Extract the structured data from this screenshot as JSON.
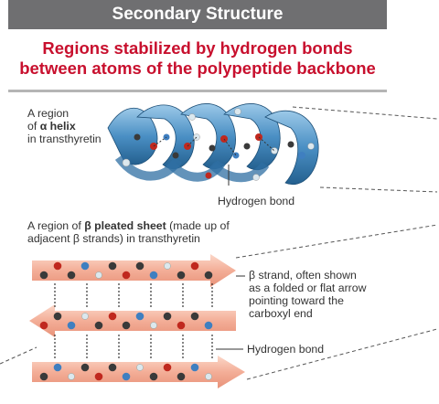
{
  "header": {
    "title": "Secondary Structure"
  },
  "subtitle": {
    "line1": "Regions stabilized by hydrogen bonds",
    "line2": "between atoms of the polypeptide backbone"
  },
  "helix_label": {
    "line1": "A region",
    "line2_prefix": "of ",
    "line2_bold": "α helix",
    "line3": "in transthyretin"
  },
  "helix_hbond_label": "Hydrogen bond",
  "sheet_label": {
    "prefix": "A region of ",
    "bold": "β pleated sheet",
    "suffix": " (made up of",
    "line2": "adjacent β strands) in transthyretin"
  },
  "strand_annotation": {
    "line1": "β strand, often shown",
    "line2": "as a folded or flat arrow",
    "line3": "pointing toward the",
    "line4": "carboxyl end"
  },
  "sheet_hbond_label": "Hydrogen bond",
  "colors": {
    "header_bg": "#6f6f71",
    "subtitle_red": "#c8102e",
    "helix_ribbon": "#4a8fc4",
    "strand_arrow": "#f2a58c",
    "atom_carbon": "#3a3a3a",
    "atom_oxygen": "#c0281e",
    "atom_nitrogen": "#3f7fc0",
    "atom_hydrogen": "#dce8ee"
  },
  "icons": [
    "alpha-helix-ribbon",
    "beta-strand-arrow",
    "atom-ball"
  ]
}
